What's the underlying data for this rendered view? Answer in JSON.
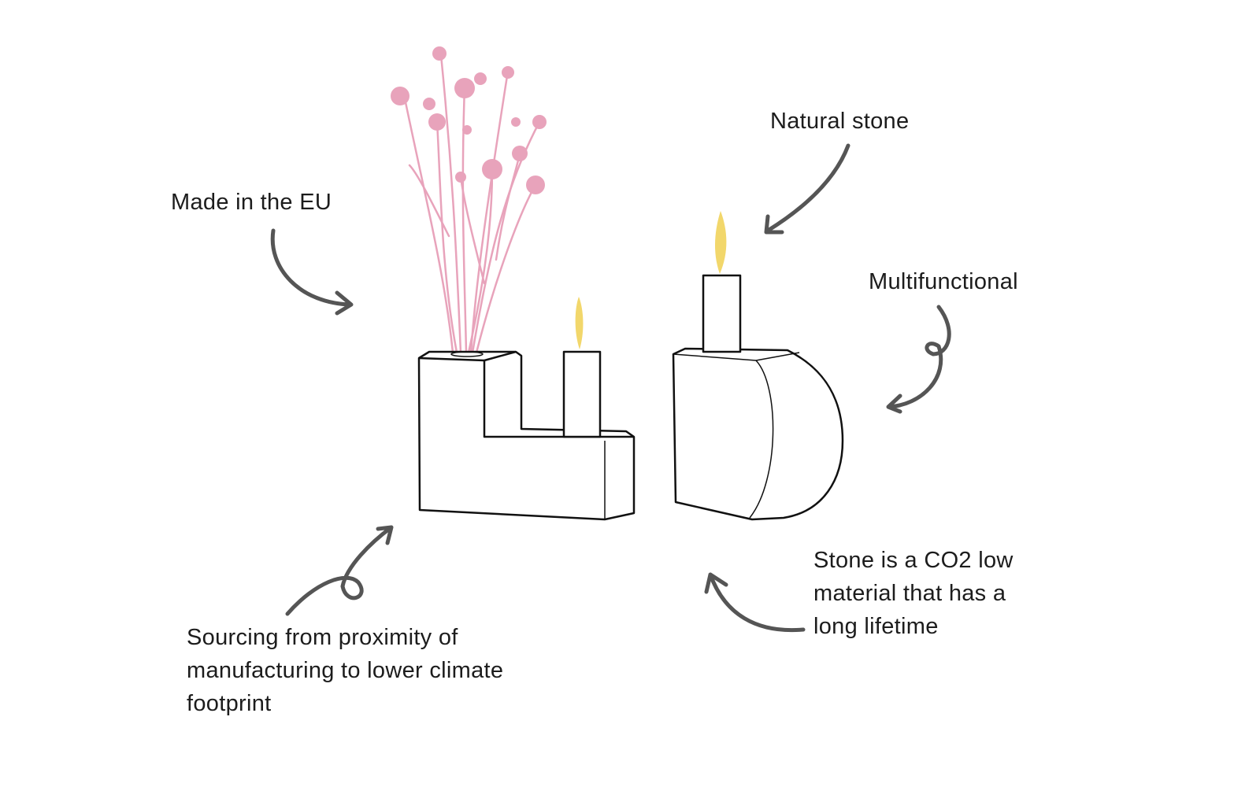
{
  "annotations": {
    "made_in_eu": "Made in the EU",
    "natural_stone": "Natural stone",
    "multifunctional": "Multifunctional",
    "co2_low": [
      "Stone is a CO2 low",
      "material that has a",
      "long lifetime"
    ],
    "sourcing": [
      "Sourcing from proximity of",
      "manufacturing to lower climate",
      "footprint"
    ]
  },
  "colors": {
    "flowers": "#e8a3bb",
    "flame": "#f2d76b",
    "ink": "#111111",
    "arrow": "#555555"
  }
}
